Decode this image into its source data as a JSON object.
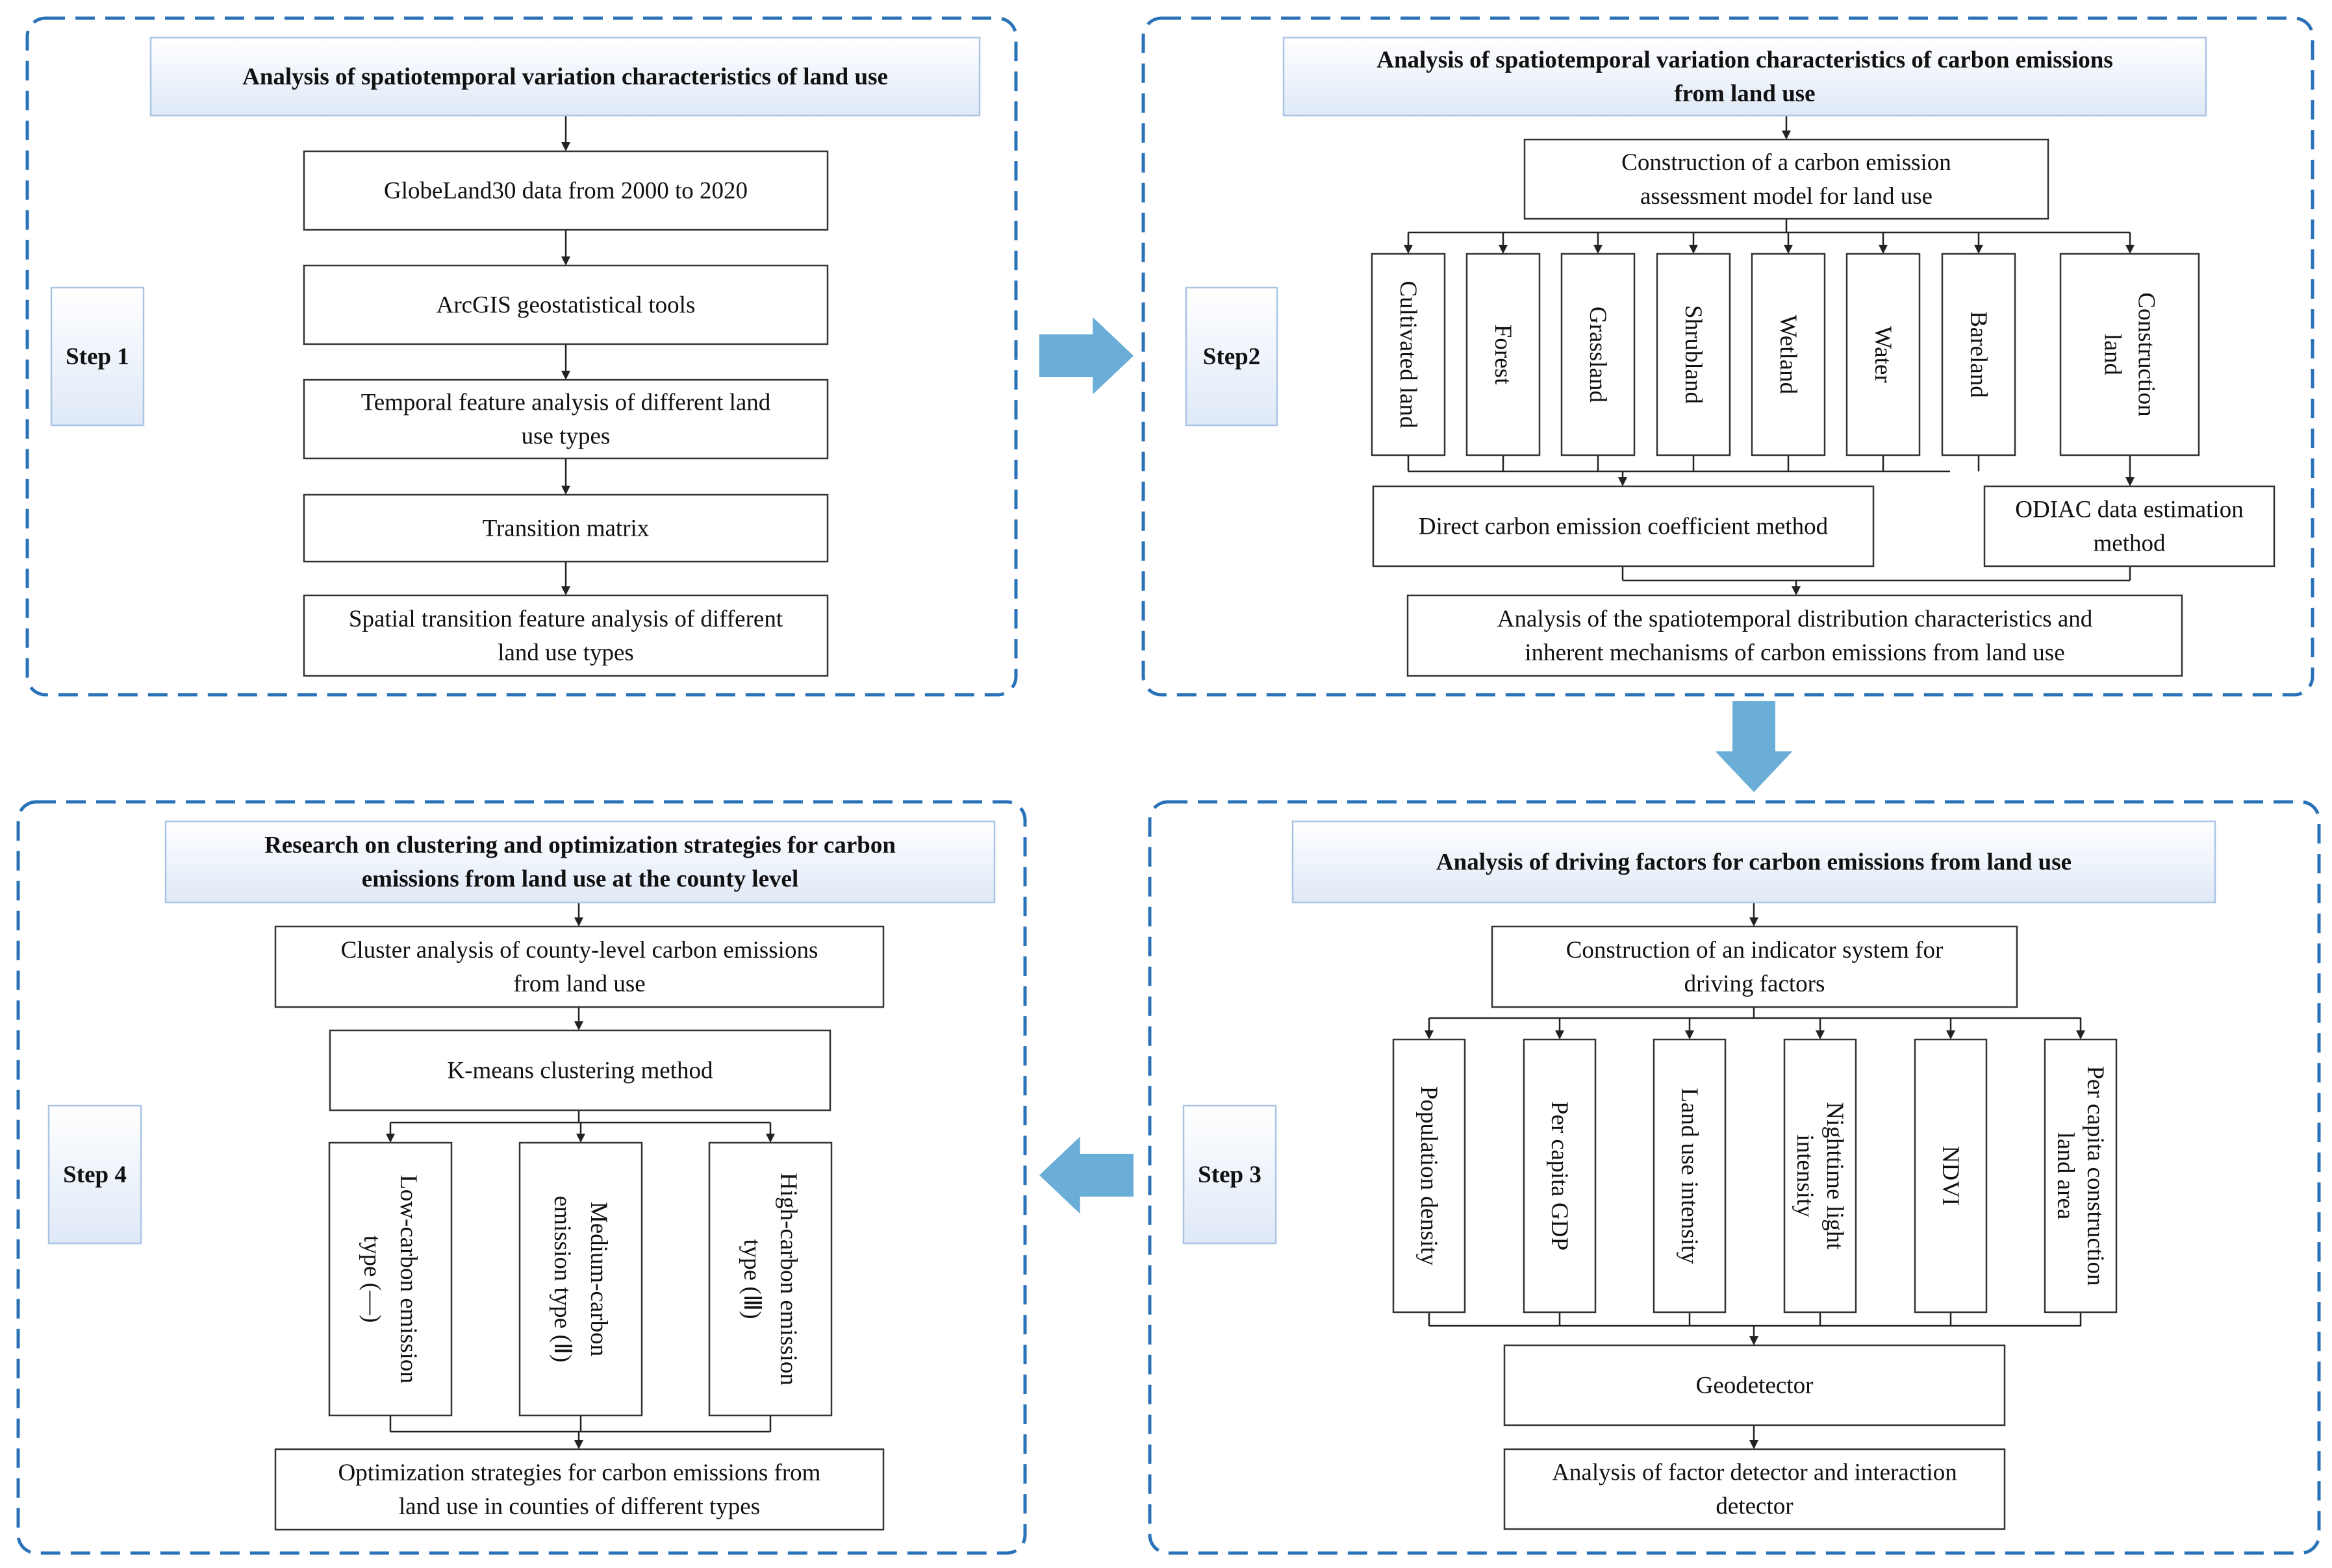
{
  "colors": {
    "panel_border": "#2a72b8",
    "header_fill": "#dfe9f7",
    "flow_arrow": "#6aaed8",
    "box_border": "#333333"
  },
  "step1": {
    "label": "Step 1",
    "title": "Analysis of spatiotemporal variation characteristics of land use",
    "boxes": [
      "GlobeLand30 data from 2000 to 2020",
      "ArcGIS geostatistical tools",
      [
        "Temporal feature analysis of different land",
        "use types"
      ],
      "Transition matrix",
      [
        "Spatial transition feature analysis of different",
        "land use types"
      ]
    ]
  },
  "step2": {
    "label": "Step2",
    "title": [
      "Analysis of spatiotemporal variation characteristics of carbon emissions",
      "from land use"
    ],
    "model_box": [
      "Construction of a carbon emission",
      "assessment model for land use"
    ],
    "land_types": [
      [
        "Cultivated land"
      ],
      [
        "Forest"
      ],
      [
        "Grassland"
      ],
      [
        "Shrubland"
      ],
      [
        "Wetland"
      ],
      [
        "Water"
      ],
      [
        "Bareland"
      ],
      [
        "Construction",
        "land"
      ]
    ],
    "method_direct": "Direct carbon emission coefficient method",
    "method_odiac": [
      "ODIAC data estimation",
      "method"
    ],
    "result": [
      "Analysis of the spatiotemporal distribution characteristics and",
      "inherent mechanisms of carbon emissions from land use"
    ]
  },
  "step3": {
    "label": "Step 3",
    "title": "Analysis of driving factors for carbon emissions from land use",
    "indicator_box": [
      "Construction of an indicator system for",
      "driving factors"
    ],
    "factors": [
      [
        "Population density"
      ],
      [
        "Per capita GDP"
      ],
      [
        "Land use intensity"
      ],
      [
        "Nighttime light",
        "intensity"
      ],
      [
        "NDVI"
      ],
      [
        "Per capita construction",
        "land area"
      ]
    ],
    "geodetector": "Geodetector",
    "result": [
      "Analysis of factor detector and interaction",
      "detector"
    ]
  },
  "step4": {
    "label": "Step 4",
    "title": [
      "Research on clustering and optimization strategies for carbon",
      "emissions from land use at the county level"
    ],
    "cluster_box": [
      "Cluster analysis of county-level carbon emissions",
      "from land use"
    ],
    "kmeans": "K-means clustering method",
    "types": [
      [
        "Low-carbon emission",
        "type (—)"
      ],
      [
        "Medium-carbon",
        "emission type (Ⅱ)"
      ],
      [
        "High-carbon emission",
        "type (Ⅲ)"
      ]
    ],
    "result": [
      "Optimization strategies for carbon emissions from",
      "land use in counties of different types"
    ]
  }
}
